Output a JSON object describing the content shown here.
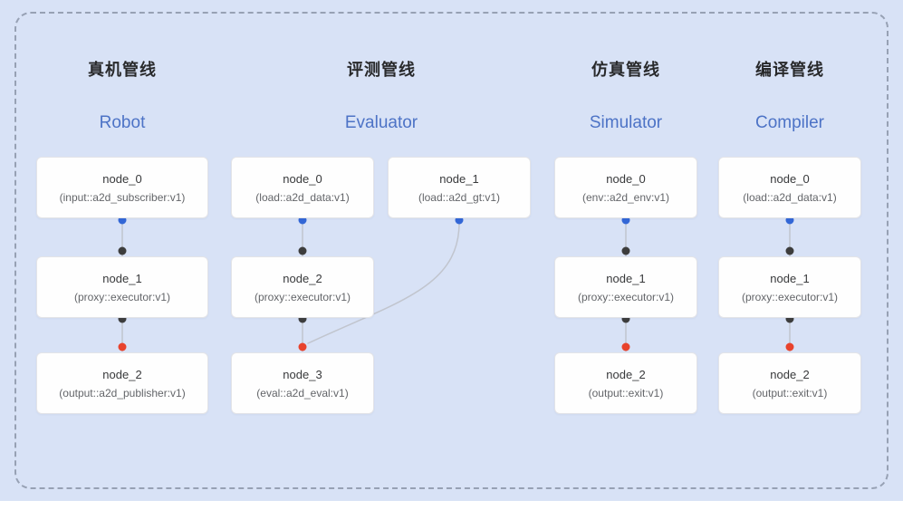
{
  "panel": {
    "bg": "#d8e2f6",
    "border_color": "#97a1b4"
  },
  "colors": {
    "edge": "#c1c5ce",
    "port_source": "#3367d6",
    "port_mid": "#3d3d3d",
    "port_sink": "#e8432d",
    "subtitle": "#4d73c6"
  },
  "pipelines": [
    {
      "title_zh": "真机管线",
      "title_en": "Robot",
      "nodes": [
        {
          "name": "node_0",
          "type": "(input::a2d_subscriber:v1)"
        },
        {
          "name": "node_1",
          "type": "(proxy::executor:v1)"
        },
        {
          "name": "node_2",
          "type": "(output::a2d_publisher:v1)"
        }
      ]
    },
    {
      "title_zh": "评测管线",
      "title_en": "Evaluator",
      "nodes": [
        {
          "name": "node_0",
          "type": "(load::a2d_data:v1)"
        },
        {
          "name": "node_1",
          "type": "(load::a2d_gt:v1)"
        },
        {
          "name": "node_2",
          "type": "(proxy::executor:v1)"
        },
        {
          "name": "node_3",
          "type": "(eval::a2d_eval:v1)"
        }
      ]
    },
    {
      "title_zh": "仿真管线",
      "title_en": "Simulator",
      "nodes": [
        {
          "name": "node_0",
          "type": "(env::a2d_env:v1)"
        },
        {
          "name": "node_1",
          "type": "(proxy::executor:v1)"
        },
        {
          "name": "node_2",
          "type": "(output::exit:v1)"
        }
      ]
    },
    {
      "title_zh": "编译管线",
      "title_en": "Compiler",
      "nodes": [
        {
          "name": "node_0",
          "type": "(load::a2d_data:v1)"
        },
        {
          "name": "node_1",
          "type": "(proxy::executor:v1)"
        },
        {
          "name": "node_2",
          "type": "(output::exit:v1)"
        }
      ]
    }
  ]
}
